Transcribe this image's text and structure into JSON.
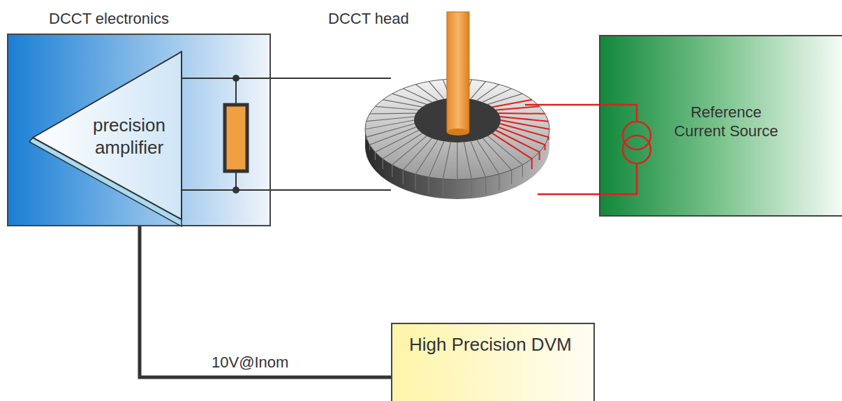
{
  "diagram": {
    "nodes": [
      {
        "text": [
          "DCCT electronics"
        ]
      },
      {
        "text": [
          "precision amplifier"
        ],
        "in": 0
      },
      {
        "text": [
          "Reference Current Source"
        ]
      },
      {
        "text": [
          "High Precision DVM"
        ]
      }
    ],
    "edges": [
      {
        "from": 0,
        "to": 3,
        "arrow": "none",
        "label": "10V@Inom"
      }
    ],
    "labels": [
      "DCCT head"
    ]
  }
}
